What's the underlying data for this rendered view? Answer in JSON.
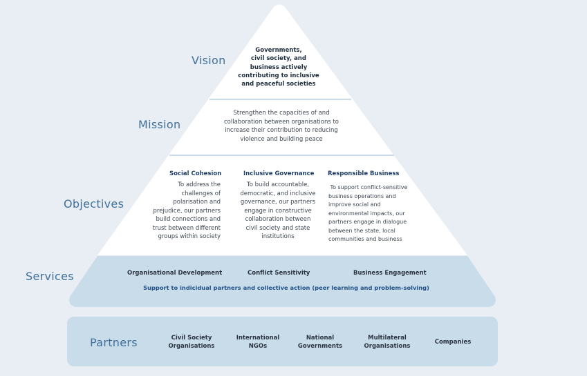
{
  "colors": {
    "background": "#e8eef3",
    "pyramid_fill": "#ffffff",
    "band_fill": "#c9dcea",
    "label_color": "#3f6f9a",
    "heading_color": "#1f3f6a"
  },
  "vision": {
    "label": "Vision",
    "text": "Governments,\ncivil society, and\nbusiness actively\ncontributing to inclusive\nand peaceful societies"
  },
  "mission": {
    "label": "Mission",
    "text": "Strengthen the capacities of and\ncollaboration between organisations to\nincrease their contribution to reducing\nviolence and building peace"
  },
  "objectives": {
    "label": "Objectives",
    "items": [
      {
        "title": "Social Cohesion",
        "text": "To address the\nchallenges of\npolarisation and\nprejudice, our partners\nbuild connections and\ntrust between different\ngroups within society"
      },
      {
        "title": "Inclusive Governance",
        "text": "To build accountable,\ndemocratic, and inclusive\ngovernance, our partners\nengage in constructive\ncollaboration between\ncivil society and state\ninstitutions"
      },
      {
        "title": "Responsible Business",
        "text": " To support conflict-sensitive\nbusiness operations and\nimprove social and\nenvironmental impacts, our\npartners engage in dialogue\nbetween the state, local\ncommunities and business"
      }
    ]
  },
  "services": {
    "label": "Services",
    "items": [
      "Organisational Development",
      "Conflict Sensitivity",
      "Business Engagement"
    ],
    "support": "Support to indicidual partners and collective action (peer learning and problem-solving)"
  },
  "partners": {
    "label": "Partners",
    "items": [
      "Civil Society\nOrganisations",
      "International\nNGOs",
      "National\nGovernments",
      "Multilateral\nOrganisations",
      "Companies"
    ]
  }
}
